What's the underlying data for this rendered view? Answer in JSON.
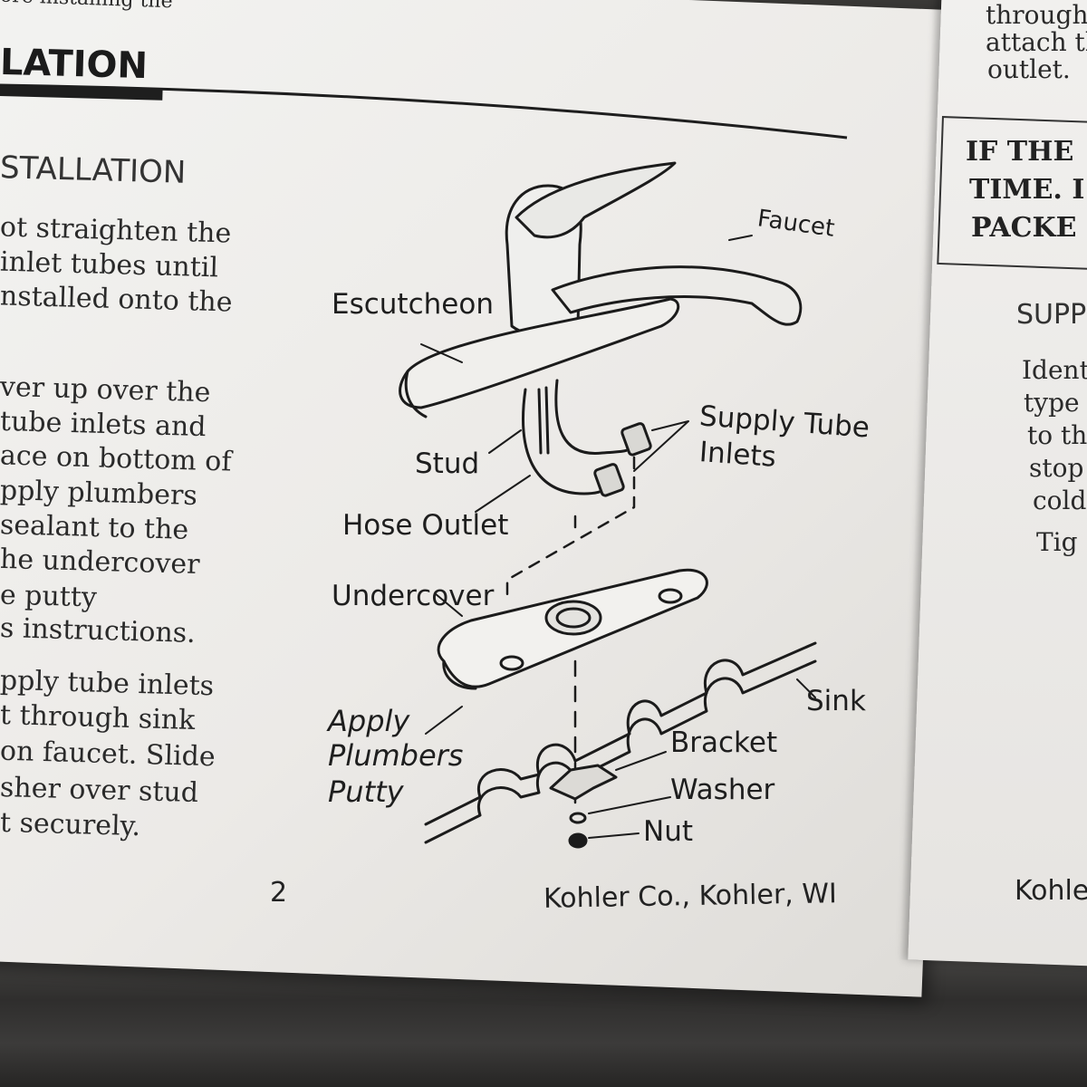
{
  "left_page": {
    "top_cut_text": "ore installing the",
    "section_title": "LATION",
    "subheading": "STALLATION",
    "paragraph_1": [
      "ot straighten the",
      " inlet tubes until",
      "nstalled onto the"
    ],
    "paragraph_2": [
      "ver up over the",
      "tube inlets and",
      "ace on bottom of",
      "pply plumbers",
      "sealant to the",
      "he undercover",
      "e putty",
      "s instructions."
    ],
    "paragraph_3": [
      "pply tube inlets",
      "t through sink",
      "on faucet. Slide",
      "sher over stud",
      "t securely."
    ],
    "page_number": "2",
    "footer": "Kohler Co., Kohler, WI"
  },
  "diagram": {
    "labels": {
      "faucet": "Faucet",
      "escutcheon": "Escutcheon",
      "supply_tube_inlets_1": "Supply Tube",
      "supply_tube_inlets_2": "Inlets",
      "stud": "Stud",
      "hose_outlet": "Hose Outlet",
      "undercover": "Undercover",
      "sink": "Sink",
      "apply_1": "Apply",
      "apply_2": "Plumbers",
      "apply_3": "Putty",
      "bracket": "Bracket",
      "washer": "Washer",
      "nut": "Nut"
    }
  },
  "right_page": {
    "lines_top": [
      "through",
      "attach th",
      "outlet."
    ],
    "warning": [
      "IF THE",
      "TIME. I",
      "PACKE"
    ],
    "subheading": "SUPP",
    "paragraph": [
      "Ident",
      "type",
      "to th",
      "stop",
      "cold"
    ],
    "last_line": "Tig",
    "footer": "Kohle"
  }
}
